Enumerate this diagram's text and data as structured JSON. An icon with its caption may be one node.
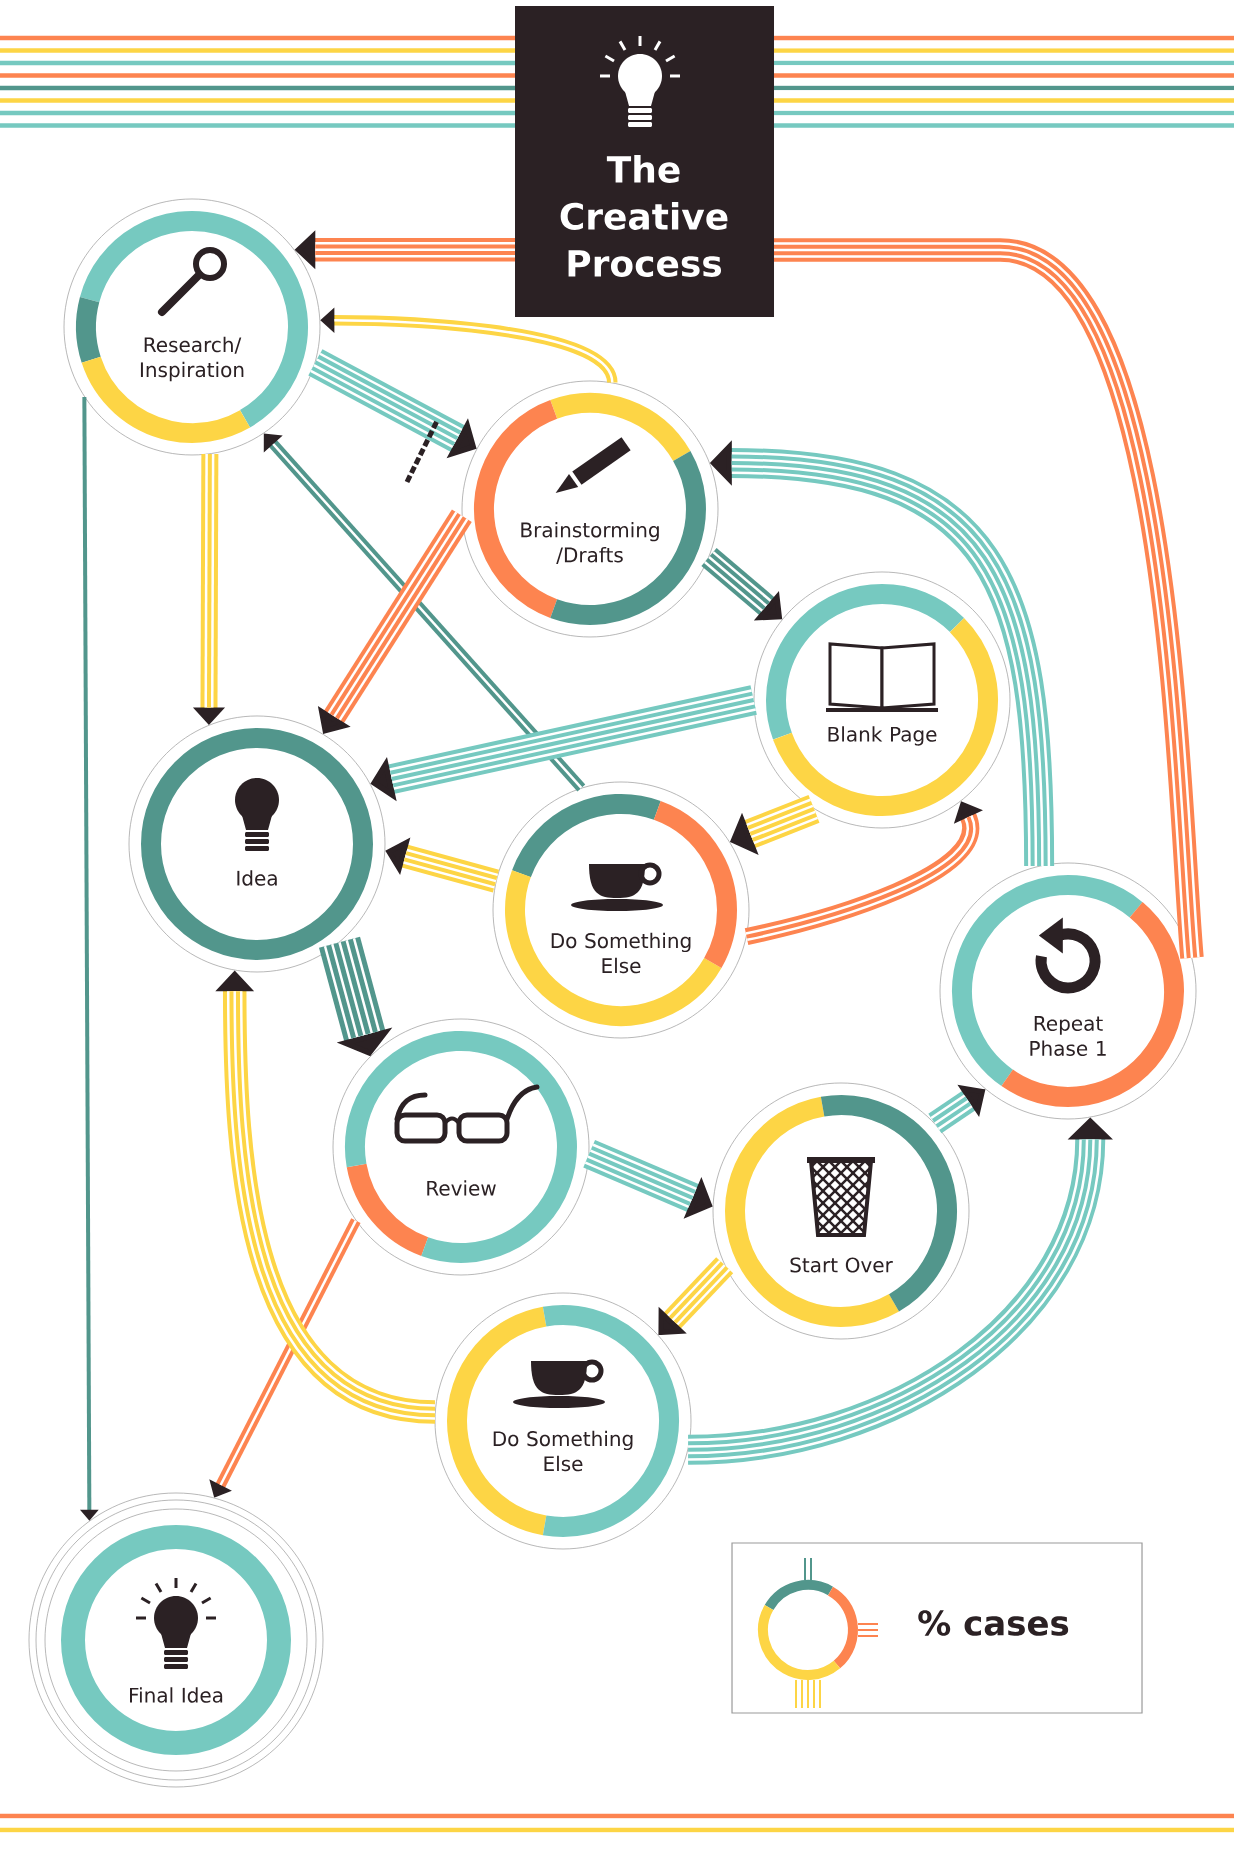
{
  "diagram": {
    "title": "The Creative Process",
    "nodes": [
      {
        "text": [
          "Research/ Inspiration"
        ]
      },
      {
        "text": [
          "Brainstorming /Drafts"
        ]
      },
      {
        "text": [
          "Blank Page"
        ]
      },
      {
        "text": [
          "Idea"
        ]
      },
      {
        "text": [
          "Do Something Else"
        ]
      },
      {
        "text": [
          "Repeat Phase 1"
        ]
      },
      {
        "text": [
          "Review"
        ]
      },
      {
        "text": [
          "Start Over"
        ]
      },
      {
        "text": [
          "Do Something Else"
        ]
      },
      {
        "text": [
          "Final Idea"
        ]
      }
    ],
    "edges": [
      {
        "from": 5,
        "to": 0,
        "arrow": "to",
        "color": "#fd8450"
      },
      {
        "from": 1,
        "to": 0,
        "arrow": "to",
        "color": "#fdd545"
      },
      {
        "from": 0,
        "to": 1,
        "arrow": "to",
        "color": "#76c9c0"
      },
      {
        "from": 0,
        "to": 3,
        "arrow": "to",
        "color": "#fdd545"
      },
      {
        "from": 0,
        "to": 9,
        "arrow": "to",
        "color": "#52968c"
      },
      {
        "from": 4,
        "to": 0,
        "arrow": "to",
        "color": "#52968c"
      },
      {
        "from": 1,
        "to": 3,
        "arrow": "to",
        "color": "#fd8450"
      },
      {
        "from": 1,
        "to": 2,
        "arrow": "to",
        "color": "#52968c"
      },
      {
        "from": 5,
        "to": 1,
        "arrow": "to",
        "color": "#76c9c0"
      },
      {
        "from": 2,
        "to": 3,
        "arrow": "to",
        "color": "#76c9c0"
      },
      {
        "from": 2,
        "to": 4,
        "arrow": "to",
        "color": "#fdd545"
      },
      {
        "from": 4,
        "to": 2,
        "arrow": "to",
        "color": "#fd8450"
      },
      {
        "from": 4,
        "to": 3,
        "arrow": "to",
        "color": "#fdd545"
      },
      {
        "from": 3,
        "to": 6,
        "arrow": "to",
        "style": "thick",
        "color": "#52968c"
      },
      {
        "from": 6,
        "to": 7,
        "arrow": "to",
        "color": "#76c9c0"
      },
      {
        "from": 6,
        "to": 9,
        "arrow": "to",
        "color": "#fd8450"
      },
      {
        "from": 7,
        "to": 5,
        "arrow": "to",
        "color": "#76c9c0"
      },
      {
        "from": 7,
        "to": 8,
        "arrow": "to",
        "color": "#fdd545"
      },
      {
        "from": 8,
        "to": 3,
        "arrow": "to",
        "color": "#fdd545"
      },
      {
        "from": 8,
        "to": 5,
        "arrow": "to",
        "color": "#76c9c0"
      }
    ],
    "legend": [
      {
        "text": "% cases"
      }
    ]
  }
}
